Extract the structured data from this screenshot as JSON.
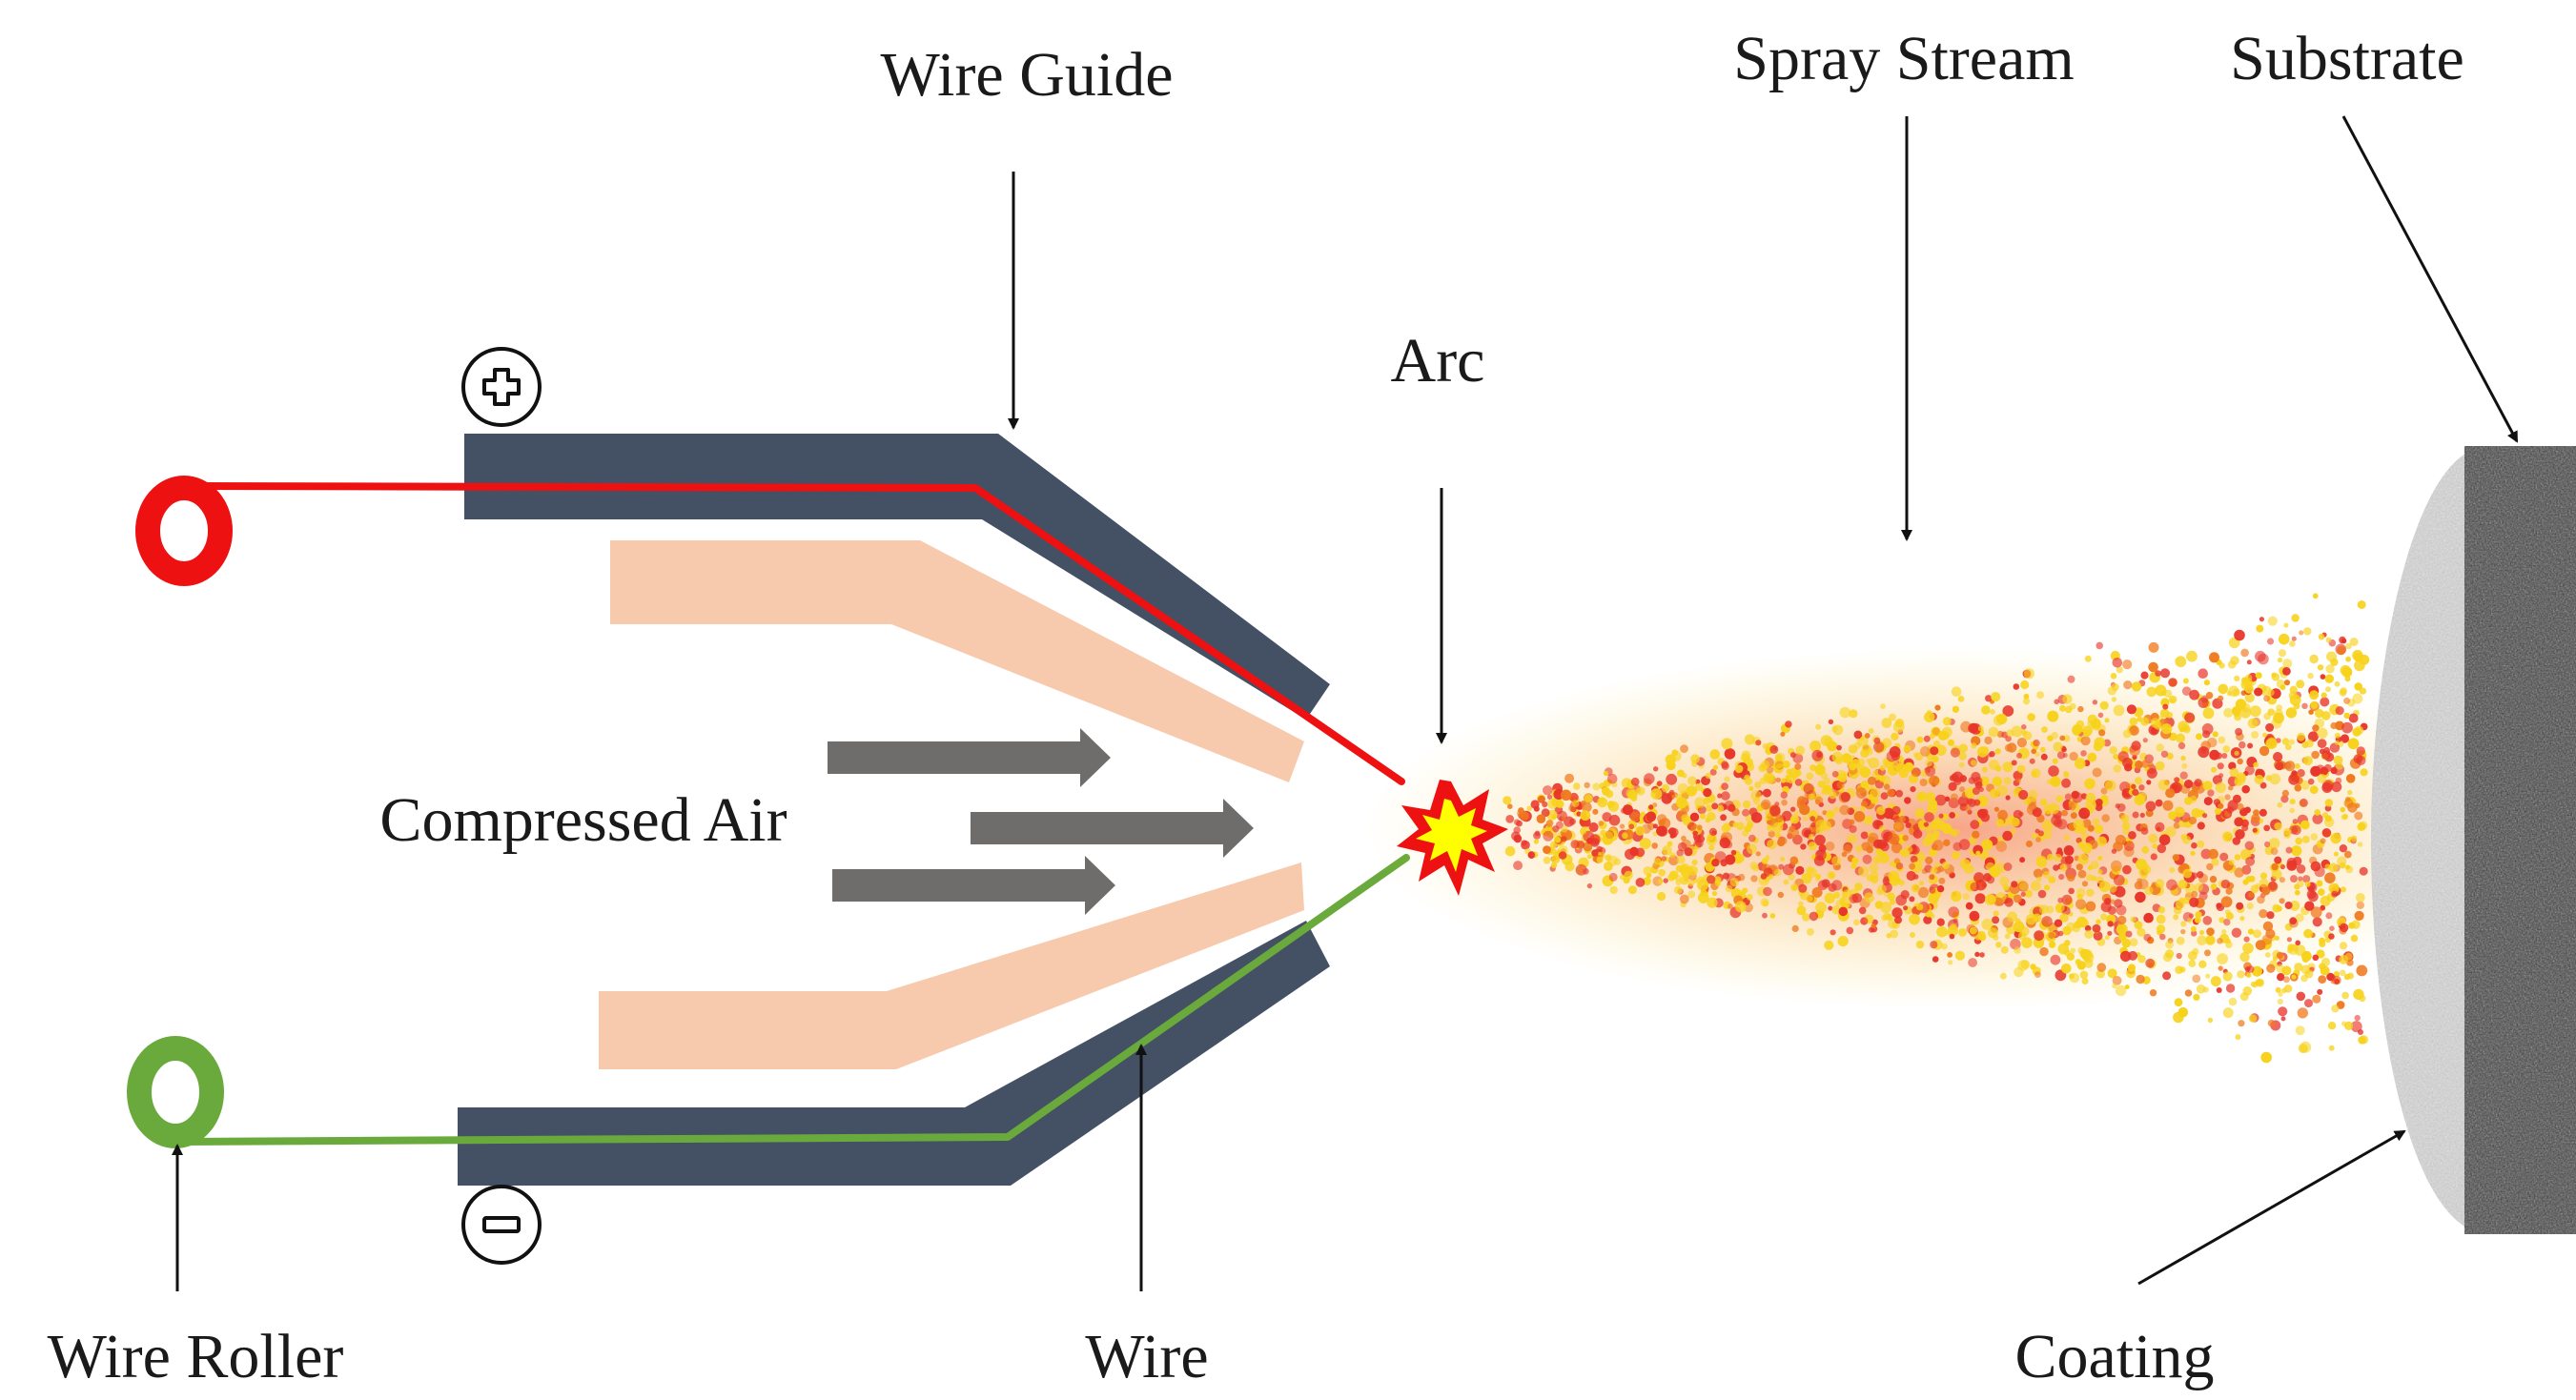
{
  "labels": {
    "wire_guide": "Wire Guide",
    "spray_stream": "Spray Stream",
    "substrate": "Substrate",
    "arc": "Arc",
    "compressed_air": "Compressed Air",
    "wire_roller": "Wire Roller",
    "wire": "Wire",
    "coating": "Coating"
  },
  "colors": {
    "wire_guide": "#445064",
    "positive_wire": "#ee1111",
    "negative_wire": "#6aaa3c",
    "air_nozzle": "#f7c9ad",
    "air_arrow": "#6f6d6b",
    "spark_outer": "#ee1111",
    "spark_inner": "#ffff00",
    "spray_red": "#e8352a",
    "spray_orange": "#f07a20",
    "spray_yellow": "#f7d21c",
    "coating": "#cfcfcf",
    "substrate": "#4a4a4a"
  },
  "icons": {
    "positive_terminal": "plus-icon",
    "negative_terminal": "minus-icon"
  }
}
